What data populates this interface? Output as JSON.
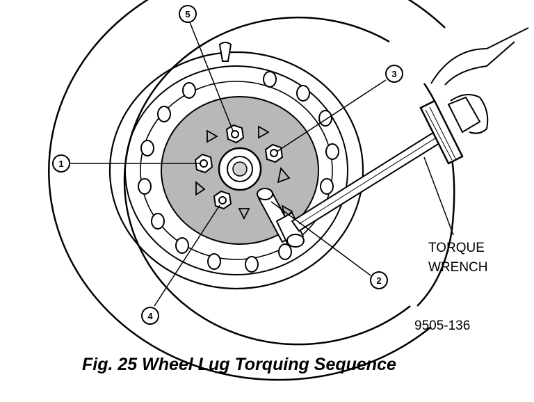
{
  "diagram": {
    "callouts": [
      "1",
      "2",
      "3",
      "4",
      "5"
    ],
    "tool_label_line1": "TORQUE",
    "tool_label_line2": "WRENCH",
    "figure_id": "9505-136"
  },
  "caption": "Fig. 25 Wheel Lug Torquing Sequence",
  "colors": {
    "ink": "#000000",
    "hub_shade": "#b8b8b8",
    "paper": "#ffffff"
  }
}
